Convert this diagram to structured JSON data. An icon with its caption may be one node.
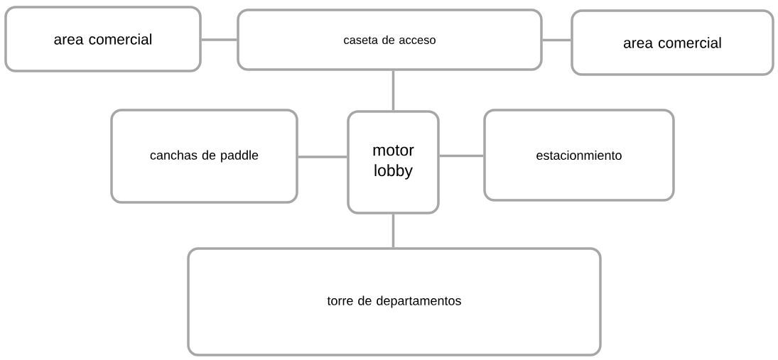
{
  "diagram": {
    "nodes": [
      {
        "text": [
          "area comercial"
        ]
      },
      {
        "text": [
          "caseta de acceso"
        ]
      },
      {
        "text": [
          "area comercial"
        ]
      },
      {
        "text": [
          "canchas de paddle"
        ]
      },
      {
        "text": [
          "motor lobby"
        ]
      },
      {
        "text": [
          "estacionmiento"
        ]
      },
      {
        "text": [
          "torre de departamentos"
        ]
      }
    ],
    "edges": [
      {
        "from": 0,
        "to": 1,
        "arrow": "none"
      },
      {
        "from": 1,
        "to": 2,
        "arrow": "none"
      },
      {
        "from": 1,
        "to": 4,
        "arrow": "none"
      },
      {
        "from": 3,
        "to": 4,
        "arrow": "none"
      },
      {
        "from": 4,
        "to": 5,
        "arrow": "none"
      },
      {
        "from": 4,
        "to": 6,
        "arrow": "none"
      }
    ]
  }
}
